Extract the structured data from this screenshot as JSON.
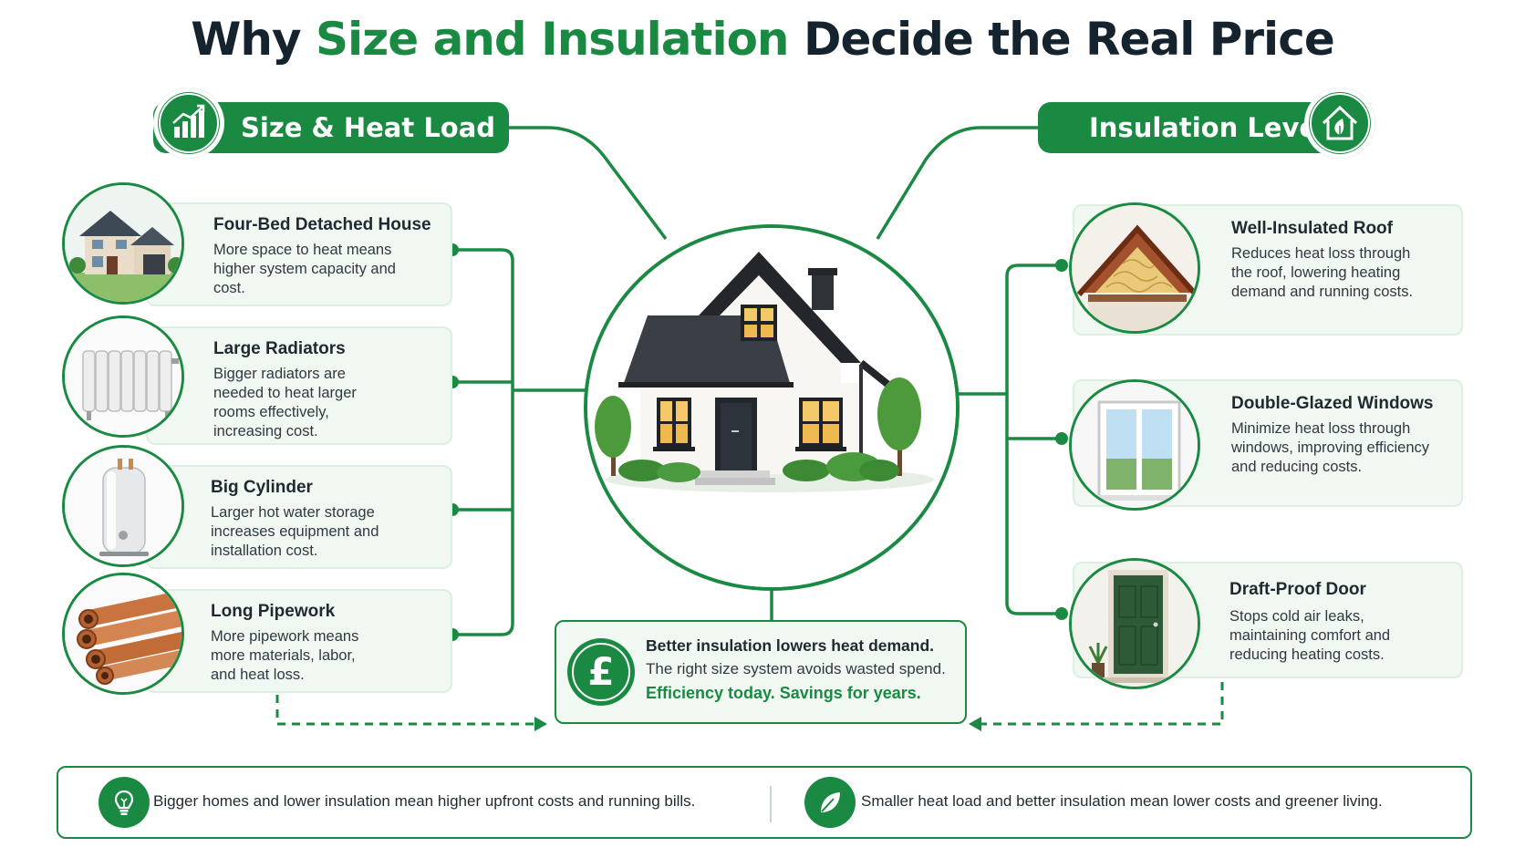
{
  "title": {
    "part1": "Why ",
    "part2": "Size and Insulation",
    "part3": " Decide the Real Price"
  },
  "left_section": {
    "label": "Size & Heat Load",
    "icon": "bar-chart-growth-icon",
    "items": [
      {
        "title": "Four-Bed Detached House",
        "body": "More space to heat means higher system capacity and cost.",
        "icon": "detached-house-icon"
      },
      {
        "title": "Large Radiators",
        "body": "Bigger radiators are needed to heat larger rooms effectively, increasing cost.",
        "icon": "radiator-icon"
      },
      {
        "title": "Big Cylinder",
        "body": "Larger hot water storage increases equipment and installation cost.",
        "icon": "hot-water-cylinder-icon"
      },
      {
        "title": "Long Pipework",
        "body": "More pipework means more materials, labor, and heat loss.",
        "icon": "copper-pipes-icon"
      }
    ]
  },
  "right_section": {
    "label": "Insulation Level",
    "icon": "eco-house-leaf-icon",
    "items": [
      {
        "title": "Well-Insulated Roof",
        "body": "Reduces heat loss through the roof, lowering heating demand and running costs.",
        "icon": "insulated-roof-icon"
      },
      {
        "title": "Double-Glazed Windows",
        "body": "Minimize heat loss through windows, improving efficiency and reducing costs.",
        "icon": "double-glazed-window-icon"
      },
      {
        "title": "Draft-Proof Door",
        "body": "Stops cold air leaks, maintaining comfort and reducing heating costs.",
        "icon": "front-door-icon"
      }
    ]
  },
  "center": {
    "icon": "house-illustration"
  },
  "summary": {
    "icon": "pound-icon",
    "symbol": "£",
    "line1": "Better insulation lowers heat demand.",
    "line2": "The right size system avoids wasted spend.",
    "line3": "Efficiency today. Savings for years."
  },
  "footer": {
    "left_icon": "lightbulb-icon",
    "left_text": "Bigger homes and lower insulation mean higher upfront costs and running bills.",
    "right_icon": "leaf-icon",
    "right_text": "Smaller heat load and better insulation mean lower costs and greener living."
  },
  "colors": {
    "accent": "#1a8a43",
    "card_bg": "#f1f8f2",
    "title": "#14232e"
  }
}
